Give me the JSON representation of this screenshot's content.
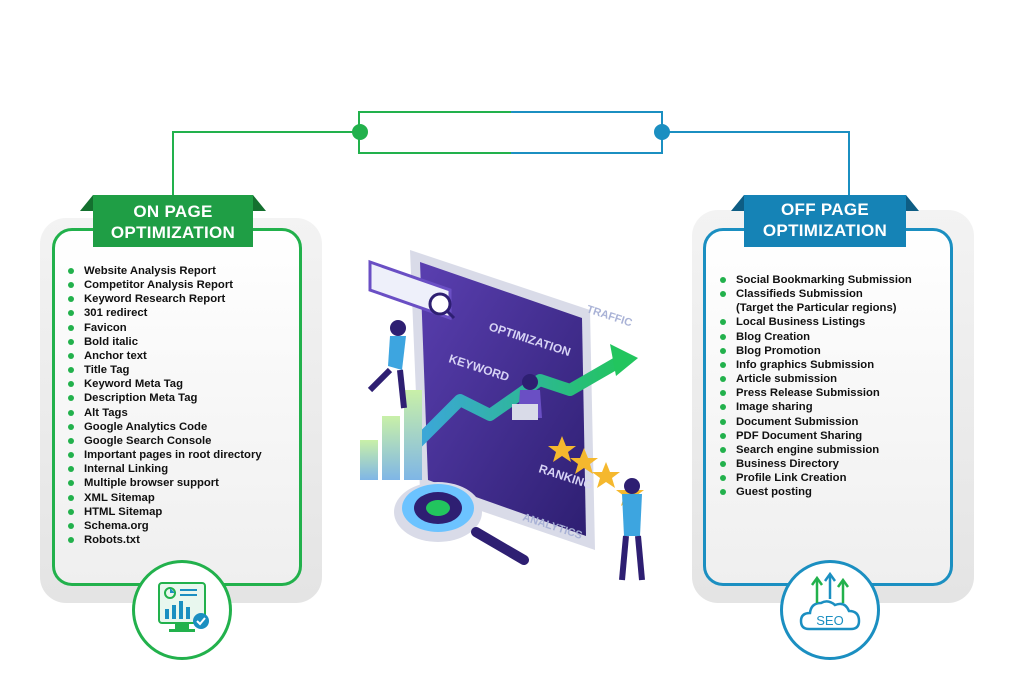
{
  "on_page": {
    "title_line1": "ON PAGE",
    "title_line2": "OPTIMIZATION",
    "items": [
      "Website Analysis Report",
      "Competitor Analysis Report",
      "Keyword Research Report",
      "301 redirect",
      "Favicon",
      "Bold italic",
      "Anchor text",
      "Title Tag",
      "Keyword Meta Tag",
      "Description Meta Tag",
      "Alt Tags",
      "Google Analytics Code",
      "Google Search Console",
      "Important pages in root directory",
      "Internal Linking",
      "Multiple browser support",
      "XML Sitemap",
      "HTML Sitemap",
      "Schema.org",
      "Robots.txt"
    ],
    "icon": "report-analytics-monitor-icon"
  },
  "off_page": {
    "title_line1": "OFF PAGE",
    "title_line2": "OPTIMIZATION",
    "items": [
      {
        "text": "Social Bookmarking Submission",
        "bullet": true
      },
      {
        "text": "Classifieds Submission",
        "bullet": true
      },
      {
        "text": "(Target the Particular regions)",
        "bullet": false
      },
      {
        "text": "Local Business Listings",
        "bullet": true
      },
      {
        "text": "Blog Creation",
        "bullet": true
      },
      {
        "text": "Blog Promotion",
        "bullet": true
      },
      {
        "text": "Info graphics Submission",
        "bullet": true
      },
      {
        "text": "Article submission",
        "bullet": true
      },
      {
        "text": "Press Release Submission",
        "bullet": true
      },
      {
        "text": "Image sharing",
        "bullet": true
      },
      {
        "text": "Document Submission",
        "bullet": true
      },
      {
        "text": "PDF Document Sharing",
        "bullet": true
      },
      {
        "text": "Search engine submission",
        "bullet": true
      },
      {
        "text": "Business Directory",
        "bullet": true
      },
      {
        "text": "Profile Link Creation",
        "bullet": true
      },
      {
        "text": "Guest posting",
        "bullet": true
      }
    ],
    "icon": "seo-cloud-icon",
    "icon_label": "SEO"
  },
  "illustration": {
    "labels": {
      "optimization": "OPTIMIZATION",
      "keyword": "KEYWORD",
      "traffic": "TRAFFIC",
      "ranking": "RANKING",
      "analytics": "ANALYTICS"
    }
  },
  "colors": {
    "green": "#22b14c",
    "green_dark": "#1f9e45",
    "blue": "#1b8fc1",
    "blue_dark": "#1583b6",
    "screen": "#4a2f9a"
  }
}
